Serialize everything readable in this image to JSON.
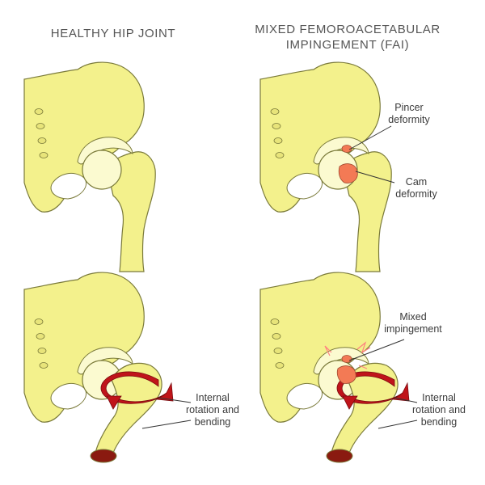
{
  "panels": {
    "healthy": {
      "title": "HEALTHY HIP JOINT"
    },
    "fai": {
      "title": "MIXED FEMOROACETABULAR IMPINGEMENT (FAI)"
    }
  },
  "labels": {
    "pincer": "Pincer deformity",
    "cam": "Cam deformity",
    "mixed": "Mixed impingement",
    "internal_left": "Internal rotation and bending",
    "internal_right": "Internal rotation and bending"
  },
  "colors": {
    "bone": "#f3f18c",
    "bone_outline": "#7a7a3a",
    "socket": "#fbfad0",
    "deformity": "#f37a55",
    "arrow": "#c0141a",
    "marrow": "#8a1a10"
  }
}
